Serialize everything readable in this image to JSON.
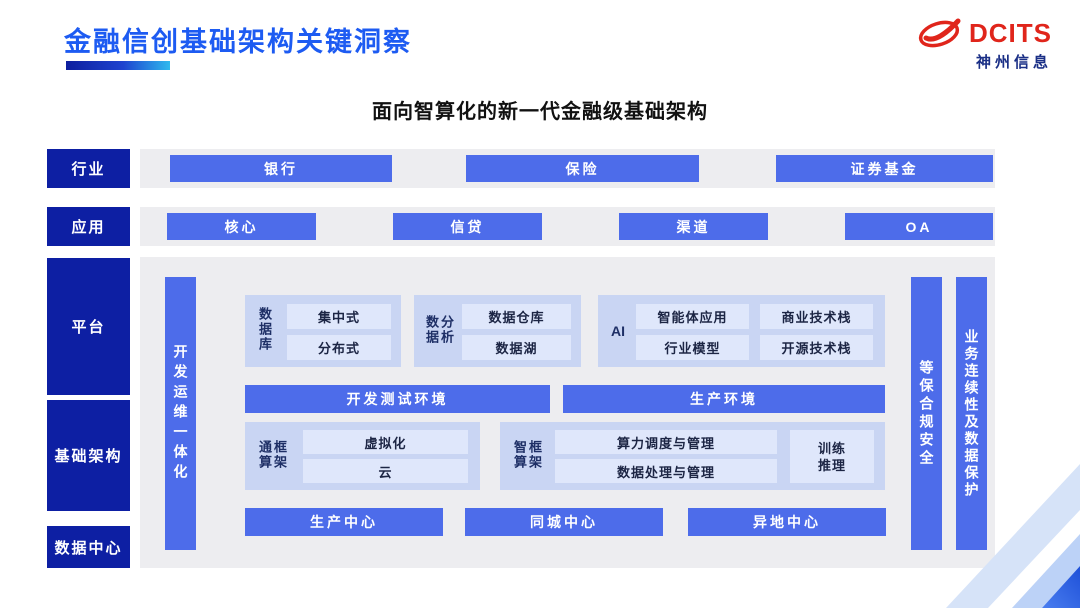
{
  "header": {
    "title": "金融信创基础架构关键洞察",
    "logo_brand": "DCITS",
    "logo_company": "神州信息"
  },
  "subtitle": "面向智算化的新一代金融级基础架构",
  "side": {
    "industry": "行业",
    "application": "应用",
    "platform": "平台",
    "infrastructure": "基础架构",
    "datacenter": "数据中心"
  },
  "industry_items": [
    "银行",
    "保险",
    "证券基金"
  ],
  "application_items": [
    "核心",
    "信贷",
    "渠道",
    "OA"
  ],
  "panel": {
    "devops": "开发运维一体化",
    "security": "等保合规安全",
    "continuity": "业务连续性及数据保护",
    "db": {
      "label": "数据库",
      "items": [
        "集中式",
        "分布式"
      ]
    },
    "analytics": {
      "label": "数据分析",
      "items": [
        "数据仓库",
        "数据湖"
      ]
    },
    "ai": {
      "label": "AI",
      "items": [
        "智能体应用",
        "商业技术栈",
        "行业模型",
        "开源技术栈"
      ]
    },
    "env": {
      "dev": "开发测试环境",
      "prod": "生产环境"
    },
    "general": {
      "label": "通算框架",
      "items": [
        "虚拟化",
        "云"
      ]
    },
    "intelligent": {
      "label": "智算框架",
      "items": [
        "算力调度与管理",
        "数据处理与管理"
      ],
      "side_box": "训练推理"
    },
    "centers": [
      "生产中心",
      "同城中心",
      "异地中心"
    ]
  },
  "colors": {
    "accent_blue": "#4d6cea",
    "navy": "#0d1fa3",
    "title_blue": "#1d5bf2",
    "group_bg": "#c9d5f3",
    "item_bg": "#dfe7fb",
    "logo_red": "#e0251b",
    "row_gray": "#ededf0"
  }
}
